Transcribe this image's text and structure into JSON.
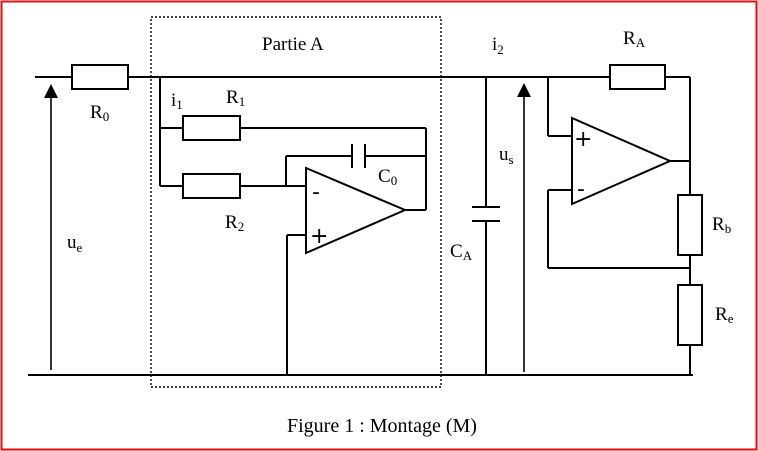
{
  "diagram": {
    "partie_label": "Partie A",
    "labels": {
      "R0": {
        "main": "R",
        "sub": "0"
      },
      "R1": {
        "main": "R",
        "sub": "1"
      },
      "R2": {
        "main": "R",
        "sub": "2"
      },
      "C0": {
        "main": "C",
        "sub": "0"
      },
      "CA": {
        "main": "C",
        "sub": "A"
      },
      "RA": {
        "main": "R",
        "sub": "A"
      },
      "Rb": {
        "main": "R",
        "sub": "b"
      },
      "Re": {
        "main": "R",
        "sub": "e"
      },
      "i1": {
        "main": "i",
        "sub": "1"
      },
      "i2": {
        "main": "i",
        "sub": "2"
      },
      "ue": {
        "main": "u",
        "sub": "e"
      },
      "us": {
        "main": "u",
        "sub": "s"
      }
    },
    "opamp_A": {
      "inverting": "-",
      "noninverting": "+"
    },
    "opamp_B": {
      "noninverting": "+",
      "inverting": "-"
    },
    "caption": "Figure 1 : Montage (M)",
    "colors": {
      "frame": "#e01010",
      "wire": "#000000",
      "background": "#ffffff"
    }
  }
}
